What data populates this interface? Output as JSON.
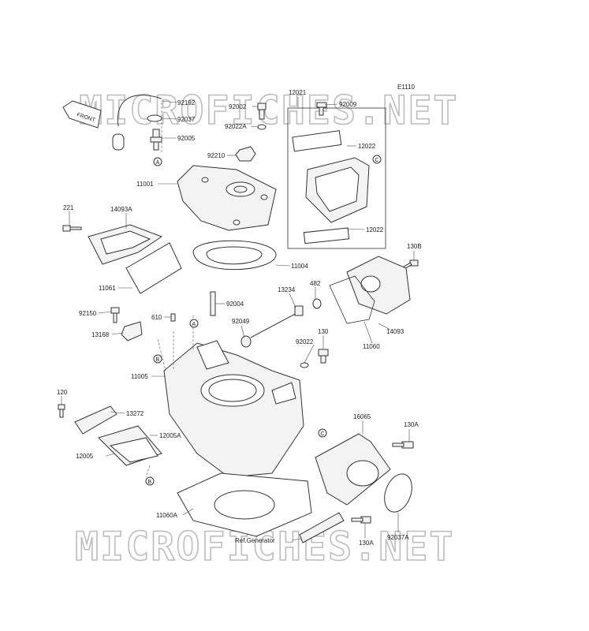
{
  "watermark": "MICROFICHES.NET",
  "diagram_code": "E1110",
  "front_label": "FRONT",
  "ref_note": "Ref.Generator",
  "circle_markers": [
    "A",
    "B",
    "C"
  ],
  "parts": [
    {
      "id": "p92192",
      "label": "92192"
    },
    {
      "id": "p92037",
      "label": "92037"
    },
    {
      "id": "p92005",
      "label": "92005"
    },
    {
      "id": "p92002",
      "label": "92002"
    },
    {
      "id": "p92022A",
      "label": "92022A"
    },
    {
      "id": "p12021",
      "label": "12021"
    },
    {
      "id": "p92009",
      "label": "92009"
    },
    {
      "id": "p12022a",
      "label": "12022"
    },
    {
      "id": "p12022b",
      "label": "12022"
    },
    {
      "id": "p92210",
      "label": "92210"
    },
    {
      "id": "p11001",
      "label": "11001"
    },
    {
      "id": "p221",
      "label": "221"
    },
    {
      "id": "p14093A",
      "label": "14093A"
    },
    {
      "id": "p11004",
      "label": "11004"
    },
    {
      "id": "p130B",
      "label": "130B"
    },
    {
      "id": "p11061",
      "label": "11061"
    },
    {
      "id": "p482",
      "label": "482"
    },
    {
      "id": "p13234",
      "label": "13234"
    },
    {
      "id": "p92004",
      "label": "92004"
    },
    {
      "id": "p92150",
      "label": "92150"
    },
    {
      "id": "p610",
      "label": "610"
    },
    {
      "id": "p92049",
      "label": "92049"
    },
    {
      "id": "p14093",
      "label": "14093"
    },
    {
      "id": "p11060",
      "label": "11060"
    },
    {
      "id": "p13168",
      "label": "13168"
    },
    {
      "id": "p130",
      "label": "130"
    },
    {
      "id": "p92022",
      "label": "92022"
    },
    {
      "id": "p11005",
      "label": "11005"
    },
    {
      "id": "p120",
      "label": "120"
    },
    {
      "id": "p13272",
      "label": "13272"
    },
    {
      "id": "p16065",
      "label": "16065"
    },
    {
      "id": "p130A1",
      "label": "130A"
    },
    {
      "id": "p12005A",
      "label": "12005A"
    },
    {
      "id": "p12005",
      "label": "12005"
    },
    {
      "id": "p11060A",
      "label": "11060A"
    },
    {
      "id": "p130A2",
      "label": "130A"
    },
    {
      "id": "p92037A",
      "label": "92037A"
    }
  ]
}
